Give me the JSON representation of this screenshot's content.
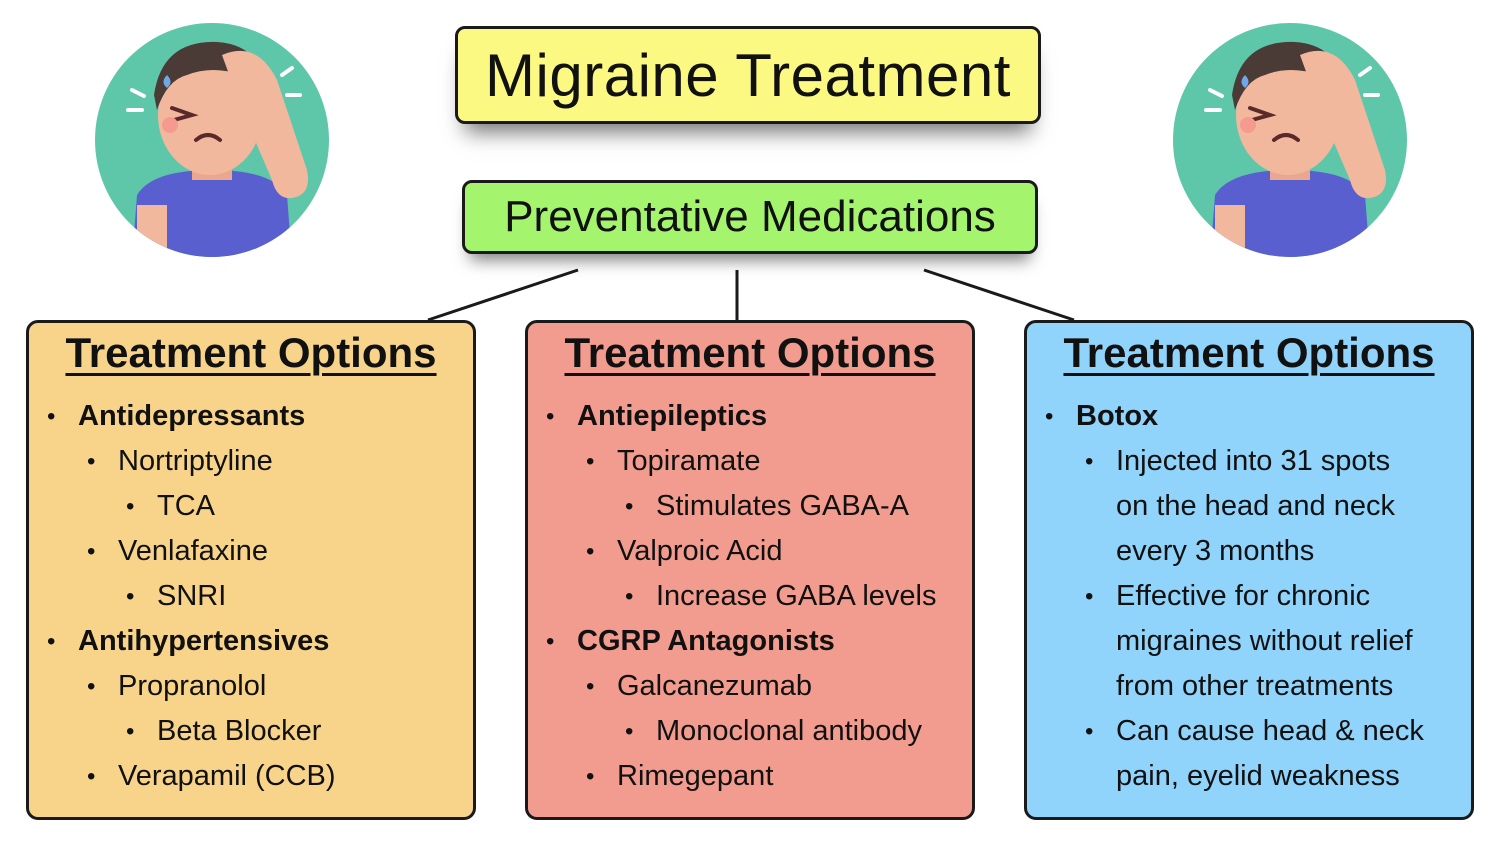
{
  "title": "Migraine Treatment",
  "subtitle": "Preventative Medications",
  "icons": {
    "avatar": "headache-person-icon"
  },
  "colors": {
    "title_bg": "#fbf982",
    "subtitle_bg": "#a5f46e",
    "panel_left": "#f8d48b",
    "panel_mid": "#f29c8f",
    "panel_right": "#90d3fb"
  },
  "panels": [
    {
      "heading": "Treatment Options",
      "items": [
        {
          "text": "Antidepressants",
          "level": 0,
          "bold": true
        },
        {
          "text": "Nortriptyline",
          "level": 1
        },
        {
          "text": "TCA",
          "level": 2
        },
        {
          "text": "Venlafaxine",
          "level": 1
        },
        {
          "text": "SNRI",
          "level": 2
        },
        {
          "text": "Antihypertensives",
          "level": 0,
          "bold": true
        },
        {
          "text": "Propranolol",
          "level": 1
        },
        {
          "text": "Beta Blocker",
          "level": 2
        },
        {
          "text": "Verapamil (CCB)",
          "level": 1
        }
      ]
    },
    {
      "heading": "Treatment Options",
      "items": [
        {
          "text": "Antiepileptics",
          "level": 0,
          "bold": true
        },
        {
          "text": "Topiramate",
          "level": 1
        },
        {
          "text": "Stimulates GABA-A",
          "level": 2
        },
        {
          "text": "Valproic Acid",
          "level": 1
        },
        {
          "text": "Increase GABA levels",
          "level": 2
        },
        {
          "text": "CGRP Antagonists",
          "level": 0,
          "bold": true
        },
        {
          "text": "Galcanezumab",
          "level": 1
        },
        {
          "text": "Monoclonal antibody",
          "level": 2
        },
        {
          "text": "Rimegepant",
          "level": 1
        }
      ]
    },
    {
      "heading": "Treatment Options",
      "items": [
        {
          "text": "Botox",
          "level": 0,
          "bold": true
        },
        {
          "text": "Injected into 31 spots",
          "level": 1
        },
        {
          "text": "on the head and neck",
          "level": 1,
          "cont": true
        },
        {
          "text": "every 3 months",
          "level": 1,
          "cont": true
        },
        {
          "text": "Effective for chronic",
          "level": 1
        },
        {
          "text": "migraines without relief",
          "level": 1,
          "cont": true
        },
        {
          "text": "from other treatments",
          "level": 1,
          "cont": true
        },
        {
          "text": "Can cause head & neck",
          "level": 1
        },
        {
          "text": "pain, eyelid weakness",
          "level": 1,
          "cont": true
        }
      ]
    }
  ]
}
